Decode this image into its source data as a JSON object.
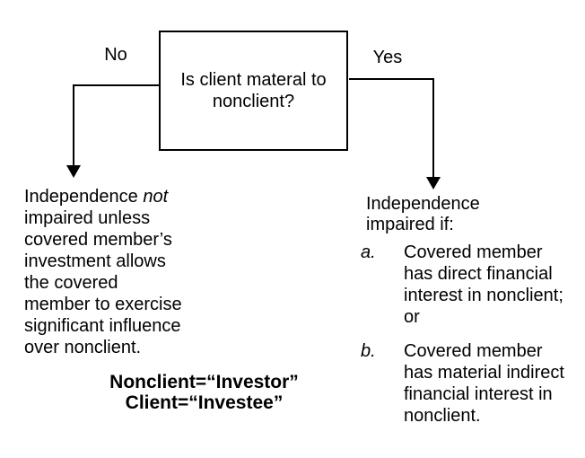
{
  "page": {
    "background_color": "#ffffff",
    "ink_color": "#000000"
  },
  "flowchart": {
    "question_box": {
      "text": "Is client materal to\nnonclient?"
    },
    "no_branch": {
      "label": "No"
    },
    "yes_branch": {
      "label": "Yes"
    },
    "no_outcome": {
      "lead": "Independence",
      "emphasis": "not",
      "body": "impaired unless\ncovered member’s\ninvestment allows\nthe covered\nmember to exercise\nsignificant influence\nover nonclient."
    },
    "yes_outcome": {
      "heading": "Independence\nimpaired if:",
      "items": [
        {
          "marker": "a.",
          "text": "Covered member\nhas direct financial\ninterest in nonclient;\nor"
        },
        {
          "marker": "b.",
          "text": "Covered member\nhas material indirect\nfinancial interest in\nnonclient."
        }
      ]
    },
    "legend": {
      "text": "Nonclient=“Investor”\nClient=“Investee”"
    }
  }
}
